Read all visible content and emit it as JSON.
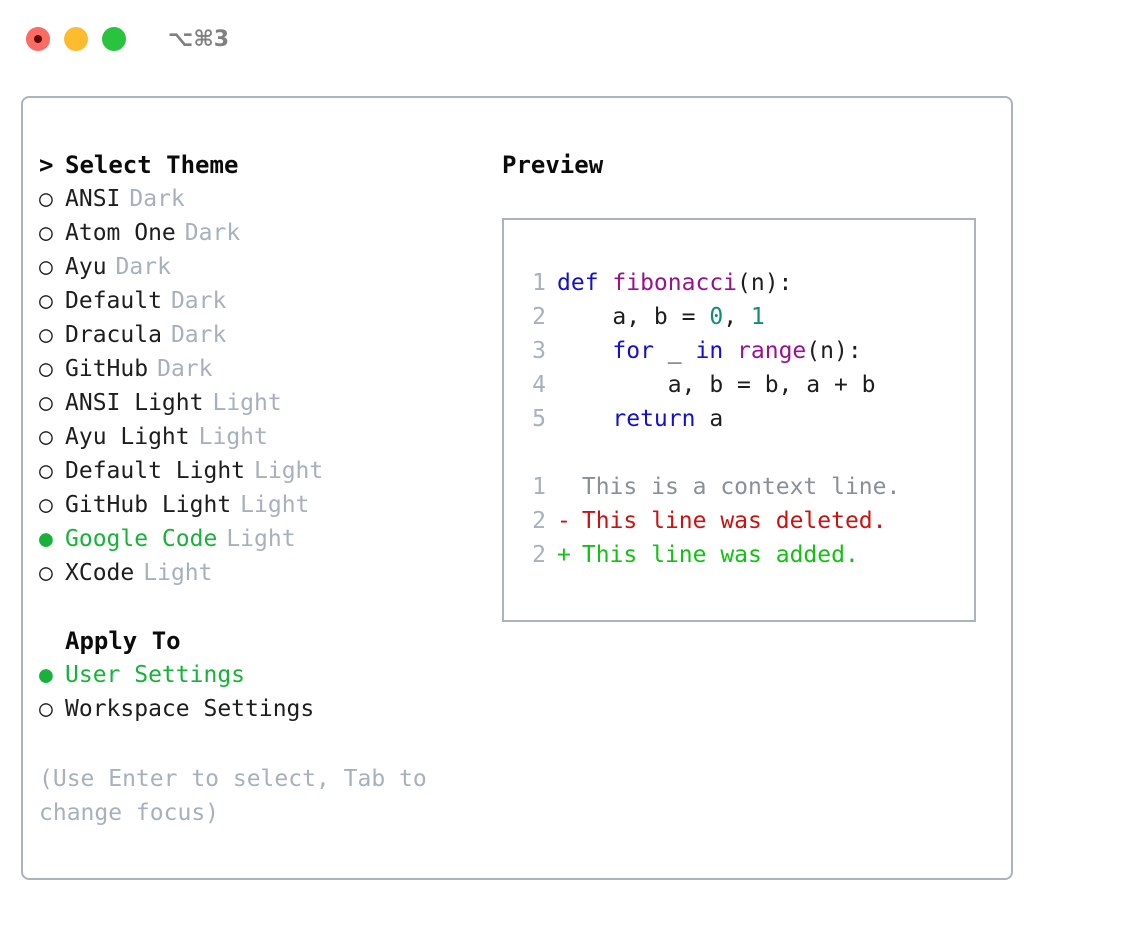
{
  "window": {
    "shortcut": "⌥⌘3",
    "traffic_lights": [
      "close-red",
      "minimize-yellow",
      "maximize-green"
    ]
  },
  "theme_list": {
    "header": {
      "marker": ">",
      "label": "Select Theme"
    },
    "items": [
      {
        "marker": "○",
        "label": "ANSI",
        "tag": "Dark",
        "selected": false
      },
      {
        "marker": "○",
        "label": "Atom One",
        "tag": "Dark",
        "selected": false
      },
      {
        "marker": "○",
        "label": "Ayu",
        "tag": "Dark",
        "selected": false
      },
      {
        "marker": "○",
        "label": "Default",
        "tag": "Dark",
        "selected": false
      },
      {
        "marker": "○",
        "label": "Dracula",
        "tag": "Dark",
        "selected": false
      },
      {
        "marker": "○",
        "label": "GitHub",
        "tag": "Dark",
        "selected": false
      },
      {
        "marker": "○",
        "label": "ANSI Light",
        "tag": "Light",
        "selected": false
      },
      {
        "marker": "○",
        "label": "Ayu Light",
        "tag": "Light",
        "selected": false
      },
      {
        "marker": "○",
        "label": "Default Light",
        "tag": "Light",
        "selected": false
      },
      {
        "marker": "○",
        "label": "GitHub Light",
        "tag": "Light",
        "selected": false
      },
      {
        "marker": "●",
        "label": "Google Code",
        "tag": "Light",
        "selected": true
      },
      {
        "marker": "○",
        "label": "XCode",
        "tag": "Light",
        "selected": false
      }
    ]
  },
  "apply_to": {
    "header": {
      "marker": " ",
      "label": "Apply To"
    },
    "items": [
      {
        "marker": "●",
        "label": "User Settings",
        "selected": true
      },
      {
        "marker": "○",
        "label": "Workspace Settings",
        "selected": false
      }
    ]
  },
  "hint": "(Use Enter to select, Tab to change focus)",
  "preview": {
    "title": "Preview",
    "code_lines": [
      {
        "n": "1",
        "tokens": [
          {
            "t": "def ",
            "c": "kw"
          },
          {
            "t": "fibonacci",
            "c": "fn"
          },
          {
            "t": "(n):",
            "c": "punc"
          }
        ]
      },
      {
        "n": "2",
        "tokens": [
          {
            "t": "    a, b = ",
            "c": "plain"
          },
          {
            "t": "0",
            "c": "num"
          },
          {
            "t": ", ",
            "c": "plain"
          },
          {
            "t": "1",
            "c": "num"
          }
        ]
      },
      {
        "n": "3",
        "tokens": [
          {
            "t": "    ",
            "c": "plain"
          },
          {
            "t": "for",
            "c": "kw"
          },
          {
            "t": " _ ",
            "c": "plain"
          },
          {
            "t": "in",
            "c": "kw"
          },
          {
            "t": " ",
            "c": "plain"
          },
          {
            "t": "range",
            "c": "fn"
          },
          {
            "t": "(n):",
            "c": "punc"
          }
        ]
      },
      {
        "n": "4",
        "tokens": [
          {
            "t": "        a, b = b, a + b",
            "c": "plain"
          }
        ]
      },
      {
        "n": "5",
        "tokens": [
          {
            "t": "    ",
            "c": "plain"
          },
          {
            "t": "return",
            "c": "kw"
          },
          {
            "t": " a",
            "c": "plain"
          }
        ]
      }
    ],
    "diff_lines": [
      {
        "n": "1",
        "sign": " ",
        "text": "This is a context line.",
        "kind": "ctx"
      },
      {
        "n": "2",
        "sign": "-",
        "text": "This line was deleted.",
        "kind": "del"
      },
      {
        "n": "2",
        "sign": "+",
        "text": "This line was added.",
        "kind": "add"
      }
    ]
  },
  "colors": {
    "selected_green": "#18b23a",
    "muted_gray": "#a7b0bd",
    "border": "#aab3c0",
    "keyword": "#1111cc",
    "function": "#99118e",
    "number": "#0e8e7a",
    "diff_delete": "#cc1111",
    "diff_add": "#13c113",
    "diff_context": "#888f99"
  }
}
